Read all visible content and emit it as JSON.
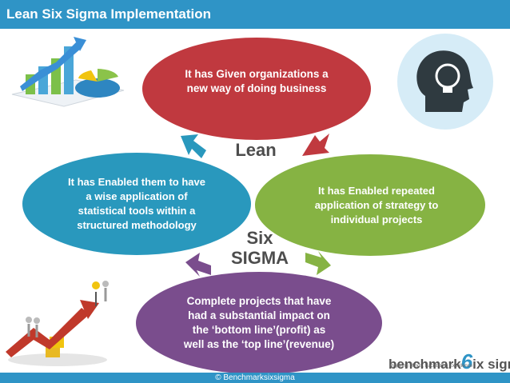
{
  "title": "Lean Six Sigma Implementation",
  "center": {
    "lean": "Lean",
    "six": "Six",
    "sigma": "SIGMA"
  },
  "nodes": {
    "top": "It has Given organizations a\nnew way of doing business",
    "right": "It has Enabled repeated\napplication of strategy  to\nindividual projects",
    "left": "It has Enabled them to have\na  wise application of\nstatistical tools within a\nstructured methodology",
    "bottom": "Complete projects that have\nhad a substantial impact on\nthe ‘bottom line’(profit) as\nwell as the ‘top line’(revenue)"
  },
  "colors": {
    "header": "#2f94c6",
    "top": "#c0393f",
    "right": "#86b343",
    "left": "#2998bd",
    "bottom": "#7a4d8d"
  },
  "icons": {
    "top_left": "bar-chart-pie-icon",
    "top_right": "head-lightbulb-icon",
    "bottom_left": "rising-arrow-people-icon"
  },
  "logo": {
    "left": "benchmark",
    "six": "6",
    "right": "ix sigma",
    "tagline": "Inspiring Minds, Facilitating Excellence"
  },
  "footer": "© Benchmarksixsigma"
}
